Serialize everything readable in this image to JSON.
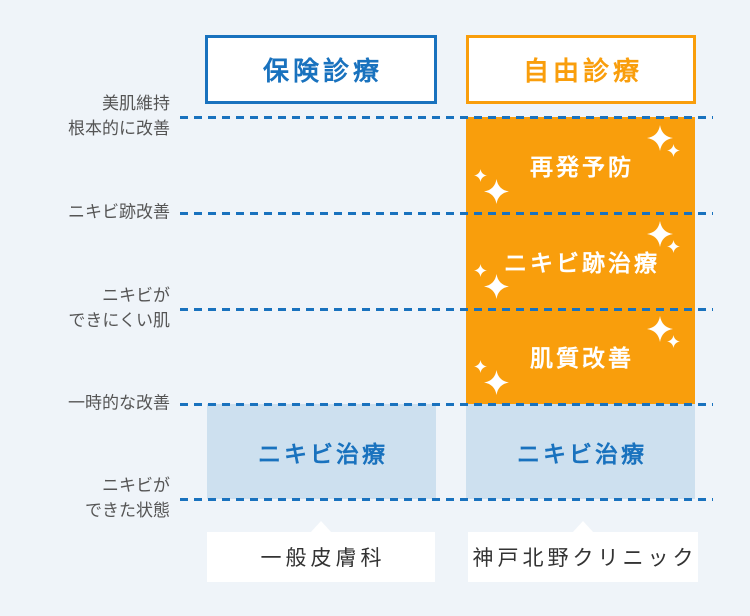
{
  "palette": {
    "background": "#EFF4F9",
    "blue": "#1972BE",
    "orange": "#F99E0C",
    "light_blue": "#CDE0EF",
    "text_gray": "#555555",
    "text_dark": "#333333",
    "white": "#FFFFFF"
  },
  "headers": {
    "insurance": "保険診療",
    "free": "自由診療"
  },
  "axis": {
    "levels": [
      {
        "line1": "美肌維持",
        "line2": "根本的に改善"
      },
      {
        "line1": "ニキビ跡改善",
        "line2": ""
      },
      {
        "line1": "ニキビが",
        "line2": "できにくい肌"
      },
      {
        "line1": "一時的な改善",
        "line2": ""
      },
      {
        "line1": "ニキビが",
        "line2": "できた状態"
      }
    ]
  },
  "columns": {
    "insurance": {
      "header": "保険診療",
      "sections": [
        {
          "label": "ニキビ治療"
        }
      ],
      "footer": "一般皮膚科"
    },
    "free": {
      "header": "自由診療",
      "sections": [
        {
          "label": "再発予防"
        },
        {
          "label": "ニキビ跡治療"
        },
        {
          "label": "肌質改善"
        },
        {
          "label": "ニキビ治療"
        }
      ],
      "footer": "神戸北野クリニック"
    }
  },
  "chart_data": {
    "type": "stacked-comparison",
    "y_levels_bottom_to_top": [
      "ニキビができた状態",
      "一時的な改善",
      "ニキビができにくい肌",
      "ニキビ跡改善",
      "美肌維持・根本的に改善"
    ],
    "series": [
      {
        "name": "保険診療",
        "provider": "一般皮膚科",
        "segments": [
          {
            "label": "ニキビ治療",
            "from": "ニキビができた状態",
            "to": "一時的な改善"
          }
        ]
      },
      {
        "name": "自由診療",
        "provider": "神戸北野クリニック",
        "segments": [
          {
            "label": "ニキビ治療",
            "from": "ニキビができた状態",
            "to": "一時的な改善"
          },
          {
            "label": "肌質改善",
            "from": "一時的な改善",
            "to": "ニキビができにくい肌"
          },
          {
            "label": "ニキビ跡治療",
            "from": "ニキビができにくい肌",
            "to": "ニキビ跡改善"
          },
          {
            "label": "再発予防",
            "from": "ニキビ跡改善",
            "to": "美肌維持・根本的に改善"
          }
        ]
      }
    ]
  }
}
